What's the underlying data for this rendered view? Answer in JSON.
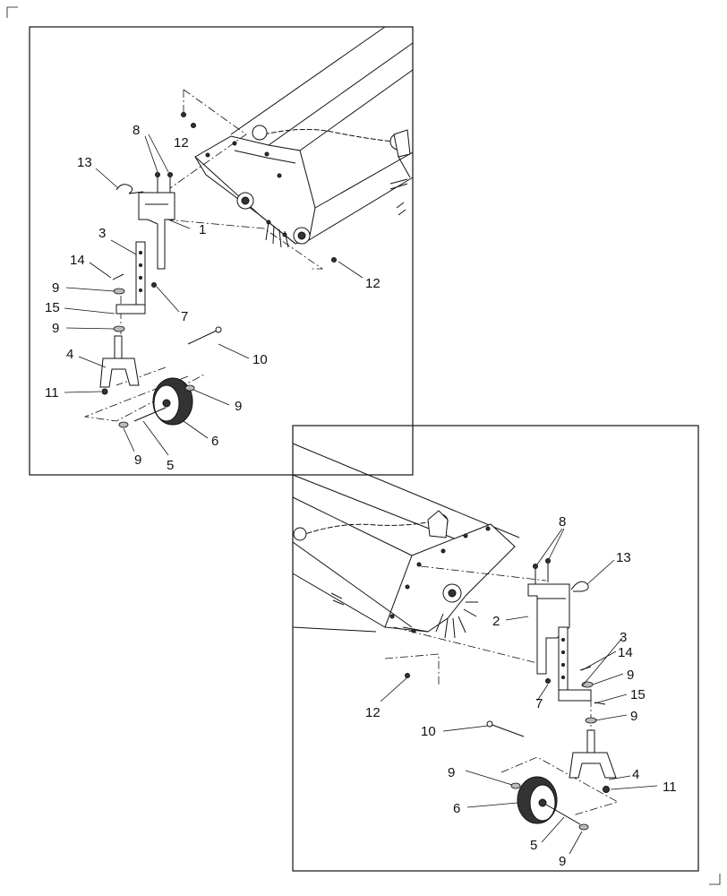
{
  "panel_top": {
    "callouts": {
      "c13": "13",
      "c8": "8",
      "c12a": "12",
      "c1": "1",
      "c3": "3",
      "c14": "14",
      "c9a": "9",
      "c15": "15",
      "c9b": "9",
      "c7": "7",
      "c12b": "12",
      "c10": "10",
      "c4": "4",
      "c11": "11",
      "c9c": "9",
      "c6": "6",
      "c9d": "9",
      "c5": "5"
    }
  },
  "panel_bottom": {
    "callouts": {
      "c8": "8",
      "c13": "13",
      "c2": "2",
      "c3": "3",
      "c14": "14",
      "c9a": "9",
      "c15": "15",
      "c7": "7",
      "c12": "12",
      "c9b": "9",
      "c10": "10",
      "c4": "4",
      "c9c": "9",
      "c11": "11",
      "c6": "6",
      "c5": "5",
      "c9d": "9"
    }
  }
}
